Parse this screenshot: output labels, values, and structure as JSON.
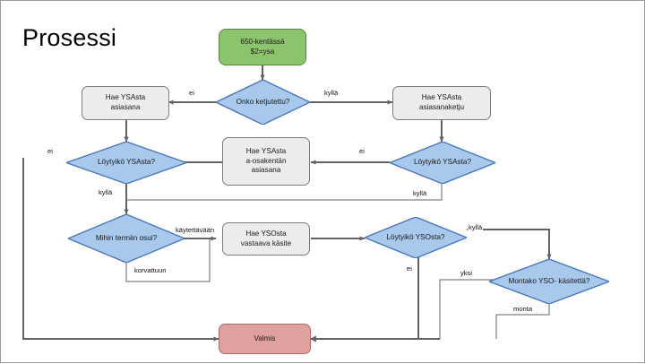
{
  "slide": {
    "title": "Prosessi",
    "background": "#ffffff",
    "border_color": "#9a9a9a"
  },
  "colors": {
    "start_fill": "#8cc46e",
    "start_stroke": "#4f8a3a",
    "process_fill": "#ececec",
    "process_stroke": "#7c7c7c",
    "decision_fill": "#a8c8ec",
    "decision_stroke": "#4a78b8",
    "end_fill": "#e0a0a0",
    "end_stroke": "#b06a6a",
    "connector": "#636363",
    "text": "#1a1a1a"
  },
  "chart_data": {
    "type": "diagram",
    "diagram_kind": "flowchart",
    "title": "Prosessi",
    "nodes": [
      {
        "id": "start",
        "shape": "terminator",
        "label": "650-kentässä $2=ysa",
        "lines": [
          "650-kentässä",
          "$2=ysa"
        ]
      },
      {
        "id": "onko",
        "shape": "decision",
        "label": "Onko ketjutettu?",
        "lines": [
          "Onko",
          "ketjutettu?"
        ]
      },
      {
        "id": "hae_asiasana",
        "shape": "process",
        "label": "Hae YSAsta asiasana",
        "lines": [
          "Hae YSAsta",
          "asiasana"
        ]
      },
      {
        "id": "hae_ketju",
        "shape": "process",
        "label": "Hae YSAsta asiasanaketju",
        "lines": [
          "Hae YSAsta",
          "asiasanaketju"
        ]
      },
      {
        "id": "loytyi_ysa_l",
        "shape": "decision",
        "label": "Löytyikö YSAsta?",
        "lines": [
          "Löytyikö",
          "YSAsta?"
        ]
      },
      {
        "id": "loytyi_ysa_r",
        "shape": "decision",
        "label": "Löytyikö YSAsta?",
        "lines": [
          "Löytyikö",
          "YSAsta?"
        ]
      },
      {
        "id": "hae_aosa",
        "shape": "process",
        "label": "Hae YSAsta a-osakentän asiasana",
        "lines": [
          "Hae YSAsta",
          "a-osakentän",
          "asiasana"
        ]
      },
      {
        "id": "mihin",
        "shape": "decision",
        "label": "Mihin termiin osui?",
        "lines": [
          "Mihin",
          "termiin",
          "osui?"
        ]
      },
      {
        "id": "hae_yso",
        "shape": "process",
        "label": "Hae YSOsta vastaava käsite",
        "lines": [
          "Hae YSOsta",
          "vastaava käsite"
        ]
      },
      {
        "id": "loytyi_yso",
        "shape": "decision",
        "label": "Löytyikö YSOsta?",
        "lines": [
          "Löytyikö",
          "YSOsta?"
        ]
      },
      {
        "id": "montako",
        "shape": "decision",
        "label": "Montako YSO-käsitettä?",
        "lines": [
          "Montako",
          "YSO-",
          "käsitettä?"
        ]
      },
      {
        "id": "valmis",
        "shape": "terminator",
        "label": "Valmis",
        "lines": [
          "Valmis"
        ]
      }
    ],
    "edges": [
      {
        "from": "start",
        "to": "onko",
        "label": ""
      },
      {
        "from": "onko",
        "to": "hae_asiasana",
        "label": "ei"
      },
      {
        "from": "onko",
        "to": "hae_ketju",
        "label": "kyllä"
      },
      {
        "from": "hae_asiasana",
        "to": "loytyi_ysa_l",
        "label": ""
      },
      {
        "from": "hae_ketju",
        "to": "loytyi_ysa_r",
        "label": ""
      },
      {
        "from": "loytyi_ysa_r",
        "to": "hae_aosa",
        "label": "ei"
      },
      {
        "from": "hae_aosa",
        "to": "loytyi_ysa_l",
        "label": ""
      },
      {
        "from": "loytyi_ysa_l",
        "to": "valmis",
        "label": "ei"
      },
      {
        "from": "loytyi_ysa_l",
        "to": "mihin",
        "label": "kyllä"
      },
      {
        "from": "loytyi_ysa_r",
        "to": "mihin",
        "label": "kyllä"
      },
      {
        "from": "mihin",
        "to": "hae_yso",
        "label": "käytettävään"
      },
      {
        "from": "mihin",
        "to": "hae_yso",
        "label": "korvattuun"
      },
      {
        "from": "hae_yso",
        "to": "loytyi_yso",
        "label": ""
      },
      {
        "from": "loytyi_yso",
        "to": "valmis",
        "label": "ei"
      },
      {
        "from": "loytyi_yso",
        "to": "montako",
        "label": "kyllä"
      },
      {
        "from": "montako",
        "to": "valmis",
        "label": "yksi"
      },
      {
        "from": "montako",
        "to": "valmis",
        "label": "monta"
      }
    ],
    "edge_labels": [
      "ei",
      "kyllä",
      "ei",
      "kyllä",
      "ei",
      "kyllä",
      "käytettävään",
      "korvattuun",
      "ei",
      "kyllä",
      "yksi",
      "monta"
    ]
  },
  "nodes": {
    "start": {
      "line1": "650-kentässä",
      "line2": "$2=ysa"
    },
    "onko": {
      "line1": "Onko",
      "line2": "ketjutettu?"
    },
    "hae_asiasana": {
      "line1": "Hae YSAsta",
      "line2": "asiasana"
    },
    "hae_ketju": {
      "line1": "Hae YSAsta",
      "line2": "asiasanaketju"
    },
    "loytyi_ysa_l": {
      "line1": "Löytyikö",
      "line2": "YSAsta?"
    },
    "loytyi_ysa_r": {
      "line1": "Löytyikö",
      "line2": "YSAsta?"
    },
    "hae_aosa": {
      "line1": "Hae YSAsta",
      "line2": "a-osakentän",
      "line3": "asiasana"
    },
    "mihin": {
      "line1": "Mihin",
      "line2": "termiin",
      "line3": "osui?"
    },
    "hae_yso": {
      "line1": "Hae YSOsta",
      "line2": "vastaava käsite"
    },
    "loytyi_yso": {
      "line1": "Löytyikö",
      "line2": "YSOsta?"
    },
    "montako": {
      "line1": "Montako",
      "line2": "YSO-",
      "line3": "käsitettä?"
    },
    "valmis": {
      "line1": "Valmis"
    }
  },
  "labels": {
    "onko_ei": "ei",
    "onko_kylla": "kyllä",
    "ysa_l_ei": "ei",
    "ysa_l_kylla": "kyllä",
    "ysa_r_ei": "ei",
    "ysa_r_kylla": "kyllä",
    "mihin_kaytettavaan": "käytettävään",
    "mihin_korvattuun": "korvattuun",
    "yso_ei": "ei",
    "yso_kylla": "kyllä",
    "montako_yksi": "yksi",
    "montako_monta": "monta"
  }
}
